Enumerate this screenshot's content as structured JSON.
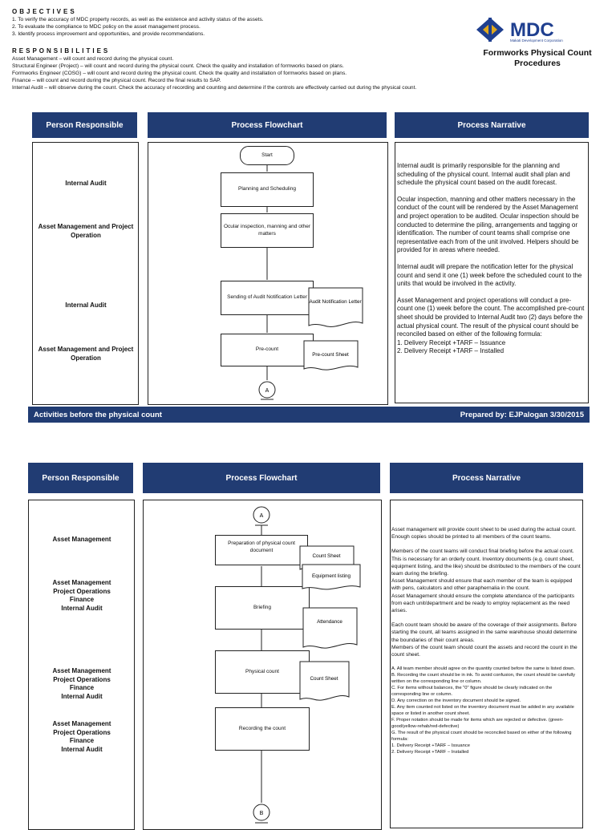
{
  "objectives": {
    "title": "OBJECTIVES",
    "items": [
      "1. To verify the accuracy of MDC property records, as well as the existence and activity status of the assets.",
      "2. To evaluate the compliance to MDC policy on the asset management process.",
      "3. Identify process improvement and opportunities, and provide recommendations."
    ]
  },
  "responsibilities": {
    "title": "RESPONSIBILITIES",
    "items": [
      {
        "role": "Asset Management",
        "text": " – will count and record during the physical count."
      },
      {
        "role": "Structural Engineer (Project)",
        "text": " – will count and record during the physical count. Check the quality and installation of formworks based on plans."
      },
      {
        "role": "Formworks Engineer (COSG)",
        "text": " –  will count and record during the physical count. Check the quality and installation of formworks based on plans."
      },
      {
        "role": "Finance",
        "text": " – will count and record during the physical count. Record the final results to SAP."
      },
      {
        "role": "Internal Audit",
        "text": " – will observe during the count. Check the accuracy of recording and counting and determine if the controls are effectively carried out during the physical count."
      }
    ]
  },
  "logo": {
    "text": "MDC",
    "subtext": "Makati Development Corporation"
  },
  "doc_title": "Formworks Physical Count Procedures",
  "headers": {
    "person": "Person Responsible",
    "flowchart": "Process Flowchart",
    "narrative": "Process Narrative"
  },
  "page1": {
    "roles": [
      "Internal Audit",
      "Asset Management and Project Operation",
      "Internal Audit",
      "Asset Management and Project Operation"
    ],
    "flow": {
      "start": "Start",
      "steps": [
        "Planning and Scheduling",
        "Ocular inspection, manning and other matters",
        "Sending of Audit Notification Letter",
        "Pre-count"
      ],
      "docs": [
        "Audit Notification Letter",
        "Pre-count Sheet"
      ],
      "connector": "A"
    },
    "narrative": [
      "Internal audit is primarily responsible for the planning and scheduling of the physical count. Internal audit shall plan and schedule the physical count based on the audit forecast.",
      "Ocular inspection, manning and other matters necessary in the conduct of the count will be rendered by the Asset Management and project operation to be audited. Ocular inspection should be conducted to determine the piling, arrangements and tagging or identification. The number of count teams shall comprise one representative each from of the unit involved.  Helpers should be provided for in areas where needed.",
      "Internal audit will prepare the notification letter for the physical count and send it one (1) week before the scheduled count to the units that would be involved in the activity.",
      "Asset Management and project operations will conduct a pre-count one (1) week before the count. The accomplished pre-count sheet should be provided to Internal Audit two (2) days before the actual physical count. The result of the physical count should be reconciled based on either of the following formula:",
      "1. Delivery Receipt +TARF – Issuance",
      "2. Delivery Receipt +TARF – Installed"
    ],
    "footer_left": "Activities before the physical count",
    "footer_right": "Prepared by: EJPalogan 3/30/2015"
  },
  "page2": {
    "roles": [
      [
        "Asset Management"
      ],
      [
        "Asset Management",
        "Project Operations",
        "Finance",
        "Internal Audit"
      ],
      [
        "Asset Management",
        "Project Operations",
        "Finance",
        "Internal Audit"
      ],
      [
        "Asset Management",
        "Project Operations",
        "Finance",
        "Internal Audit"
      ]
    ],
    "flow": {
      "connector_top": "A",
      "steps": [
        "Preparation of physical count document",
        "Briefing",
        "Physical count",
        "Recording the count"
      ],
      "docs": [
        "Count Sheet",
        "Equipment listing",
        "Attendance",
        "Count Sheet"
      ],
      "connector_bottom": "B"
    },
    "narrative_a": [
      "Asset management will provide count sheet to be used during the actual count. Enough copies should be printed to all members of the count teams.",
      "Members of the count teams will conduct final briefing before the actual count. This is necessary for an orderly count.  Inventory documents (e.g. count sheet, equipment listing, and the like) should be distributed to the members of the count team during the briefing.",
      "Asset Management should ensure that each member of the team is equipped with pens, calculators and other paraphernalia in the count.",
      "Asset Management should ensure the complete attendance of the participants from each unit/department and be ready to employ replacement as the need arises.",
      "Each count team should be aware of the coverage of their assignments.  Before starting the count, all teams assigned in the same warehouse should determine the boundaries of their count areas.",
      "Members of the count team should count the assets and record the count in the count sheet."
    ],
    "narrative_b": [
      "A. All team member should agree on the quantity counted before the same is listed down.",
      "B. Recording the count should be in ink.  To avoid confusion, the count should be carefully written on the corresponding line or column.",
      "C. For items without balances, the \"0\" figure should be clearly indicated on the corresponding line or column.",
      "D. Any correction on the inventory document should be signed.",
      "E. Any item counted not listed on the inventory document must be added in any available space or listed in another count sheet.",
      "F. Proper notation should be made for items which are rejected or defective. (green-good/yellow-rehab/red-defective)",
      "G. The result of the physical count should be reconciled based on either of the following formula:",
      "1. Delivery Receipt +TARF – Issuance",
      "2. Delivery Receipt +TARF – Installed"
    ]
  },
  "colors": {
    "header_bg": "#213c73",
    "logo_blue": "#1f3f8f",
    "logo_gold": "#e0a81c"
  }
}
